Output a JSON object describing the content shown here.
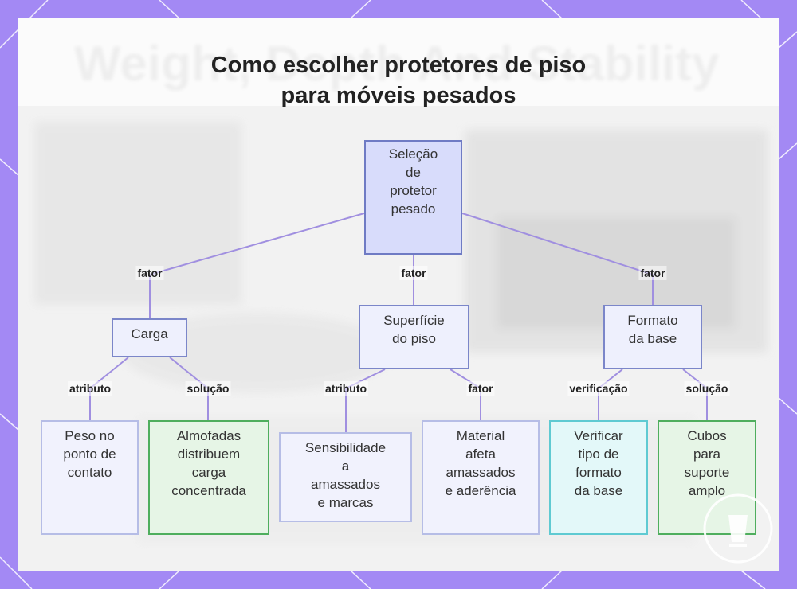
{
  "title": {
    "line1": "Como escolher protetores de piso",
    "line2": "para móveis pesados"
  },
  "watermark_text": "Weight, Depth And Stability",
  "colors": {
    "frame": "#a389f4",
    "edge": "#a08fe0",
    "node_border": "#7b86c9",
    "green_border": "#4fae5e",
    "cyan_border": "#5fcad2"
  },
  "nodes": {
    "root": {
      "lines": [
        "Seleção",
        "de",
        "protetor",
        "pesado"
      ]
    },
    "carga": {
      "lines": [
        "Carga"
      ]
    },
    "superficie": {
      "lines": [
        "Superfície",
        "do piso"
      ]
    },
    "formato": {
      "lines": [
        "Formato",
        "da base"
      ]
    },
    "peso": {
      "lines": [
        "Peso no",
        "ponto de",
        "contato"
      ]
    },
    "almofadas": {
      "lines": [
        "Almofadas",
        "distribuem",
        "carga",
        "concentrada"
      ]
    },
    "sensibilidade": {
      "lines": [
        "Sensibilidade",
        "a",
        "amassados",
        "e marcas"
      ]
    },
    "material": {
      "lines": [
        "Material",
        "afeta",
        "amassados",
        "e aderência"
      ]
    },
    "verificar": {
      "lines": [
        "Verificar",
        "tipo de",
        "formato",
        "da base"
      ]
    },
    "cubos": {
      "lines": [
        "Cubos",
        "para",
        "suporte",
        "amplo"
      ]
    }
  },
  "edge_labels": {
    "root_carga": "fator",
    "root_superficie": "fator",
    "root_formato": "fator",
    "carga_peso": "atributo",
    "carga_almofadas": "solução",
    "superficie_sensibilidade": "atributo",
    "superficie_material": "fator",
    "formato_verificar": "verificação",
    "formato_cubos": "solução"
  },
  "icons": {
    "frame_decoration": "diagonal-lines-decoration",
    "corner_badge": "cup-icon"
  }
}
